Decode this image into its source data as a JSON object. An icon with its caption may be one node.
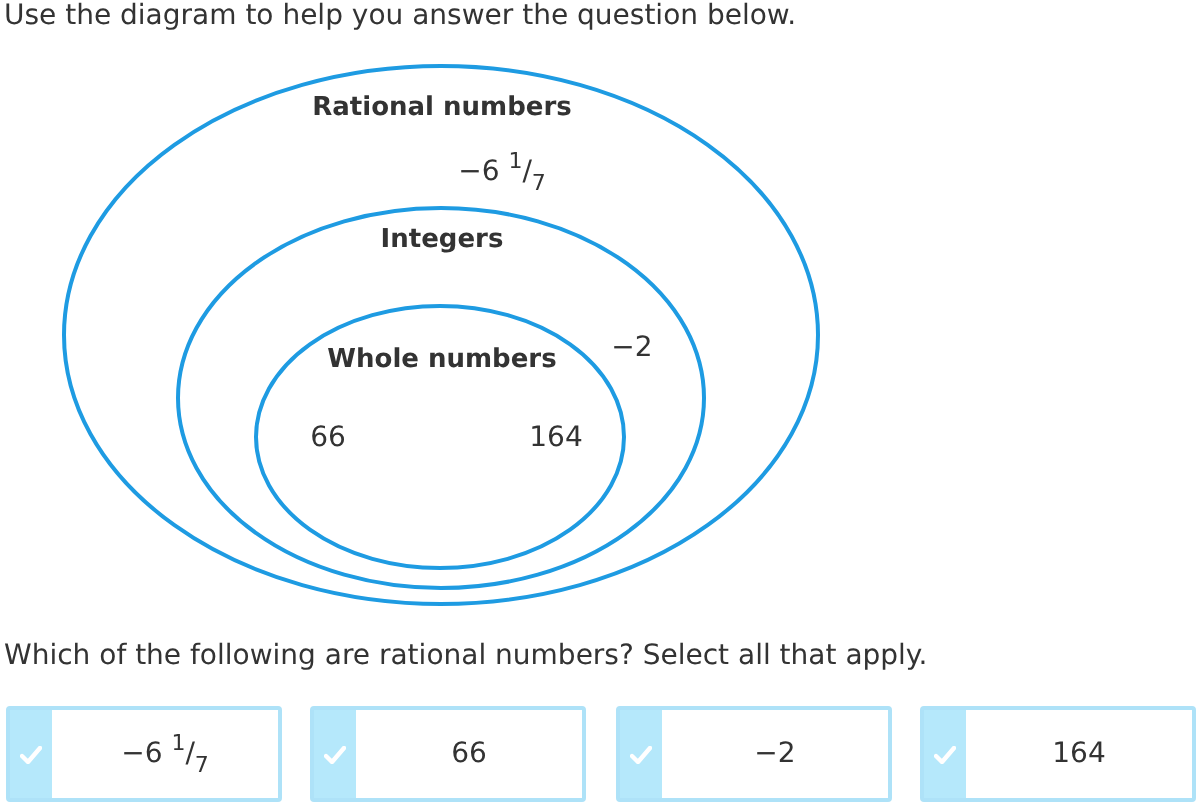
{
  "diagram": {
    "title": "Use the diagram to help you answer the question below.",
    "nodes": [
      {
        "text": [
          "Rational numbers",
          "−6 $^{1}$/$_{7}$"
        ]
      },
      {
        "text": [
          "Integers",
          "−2"
        ],
        "in": 0
      },
      {
        "text": [
          "Whole numbers",
          "66",
          "164"
        ],
        "in": 1
      }
    ],
    "labels": [
      "Which of the following are rational numbers? Select all that apply.",
      "−6 $^{1}$/$_{7}$",
      "66",
      "−2",
      "164"
    ]
  }
}
